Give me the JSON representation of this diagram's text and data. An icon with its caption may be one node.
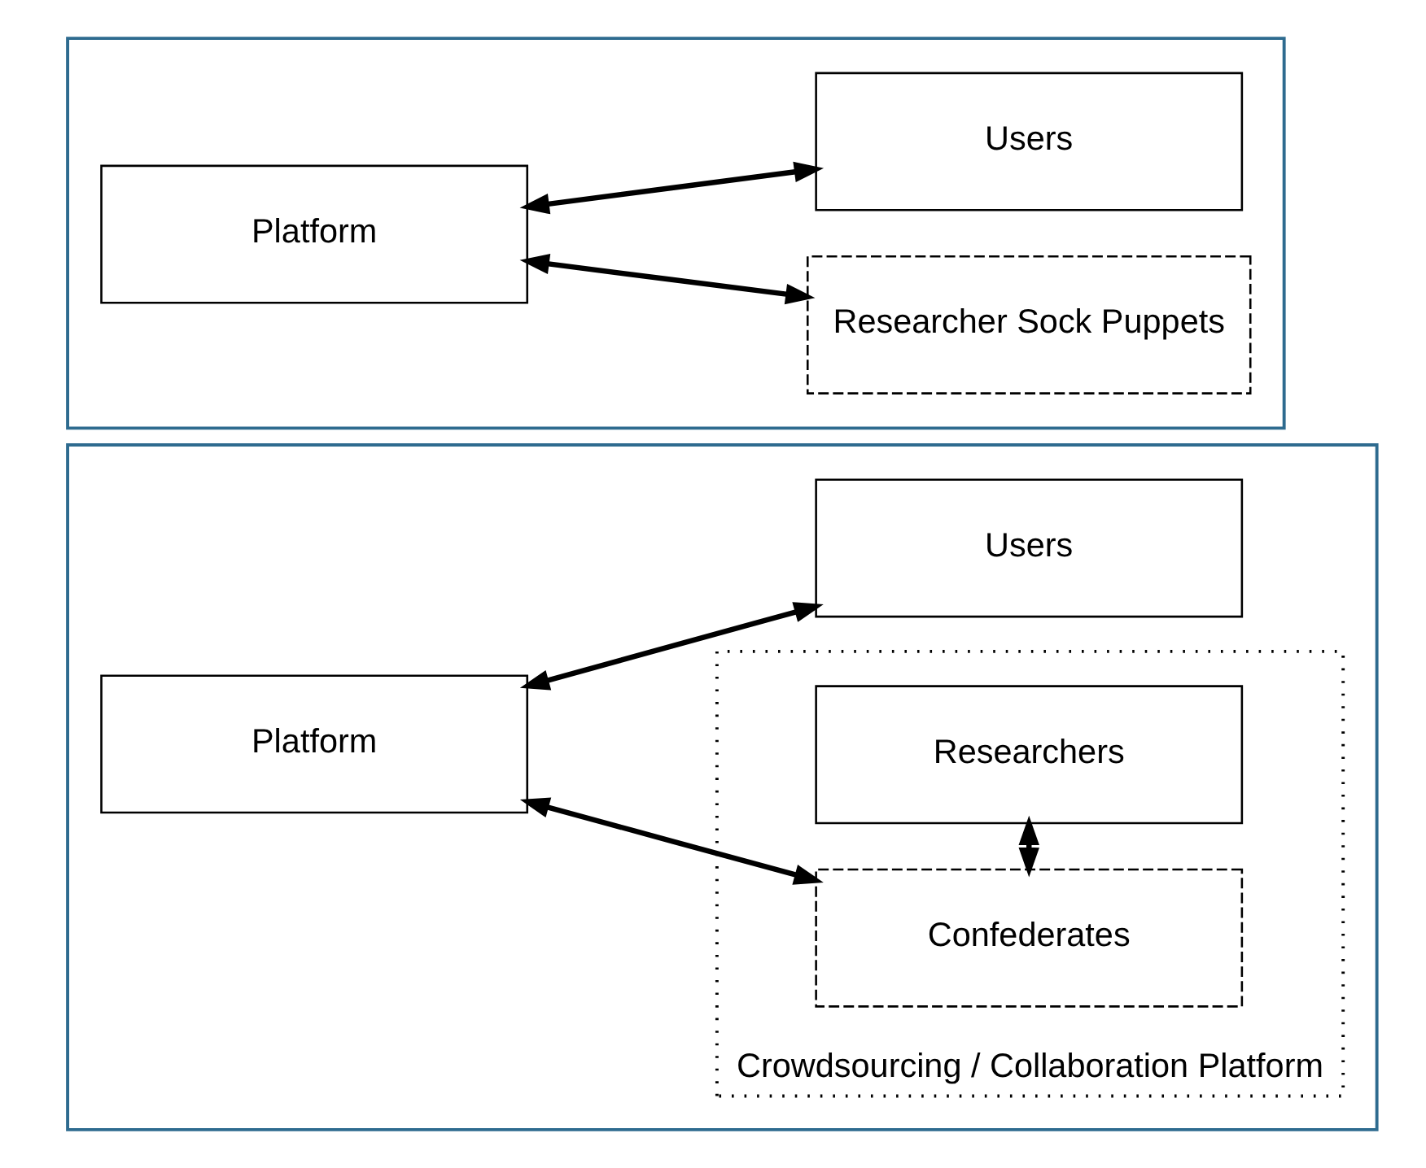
{
  "diagram": {
    "nodes": [
      {
        "text": [],
        "shape": "box"
      },
      {
        "text": [
          "Platform"
        ],
        "in": 0
      },
      {
        "text": [
          "Users"
        ],
        "in": 0
      },
      {
        "text": [
          "Researcher Sock Puppets"
        ],
        "in": 0
      },
      {
        "text": [],
        "shape": "box"
      },
      {
        "text": [
          "Platform"
        ],
        "in": 4
      },
      {
        "text": [
          "Users"
        ],
        "in": 4
      },
      {
        "text": [
          "Crowdsourcing / Collaboration Platform"
        ],
        "in": 4
      },
      {
        "text": [
          "Confederates"
        ],
        "in": 7
      },
      {
        "text": [
          "Researchers"
        ],
        "in": 7
      }
    ],
    "edges": [
      {
        "from": 1,
        "to": 2,
        "arrow": "both"
      },
      {
        "from": 1,
        "to": 3,
        "arrow": "both"
      },
      {
        "from": 5,
        "to": 6,
        "arrow": "both"
      },
      {
        "from": 5,
        "to": 8,
        "arrow": "both"
      },
      {
        "from": 8,
        "to": 9,
        "arrow": "both"
      }
    ]
  }
}
